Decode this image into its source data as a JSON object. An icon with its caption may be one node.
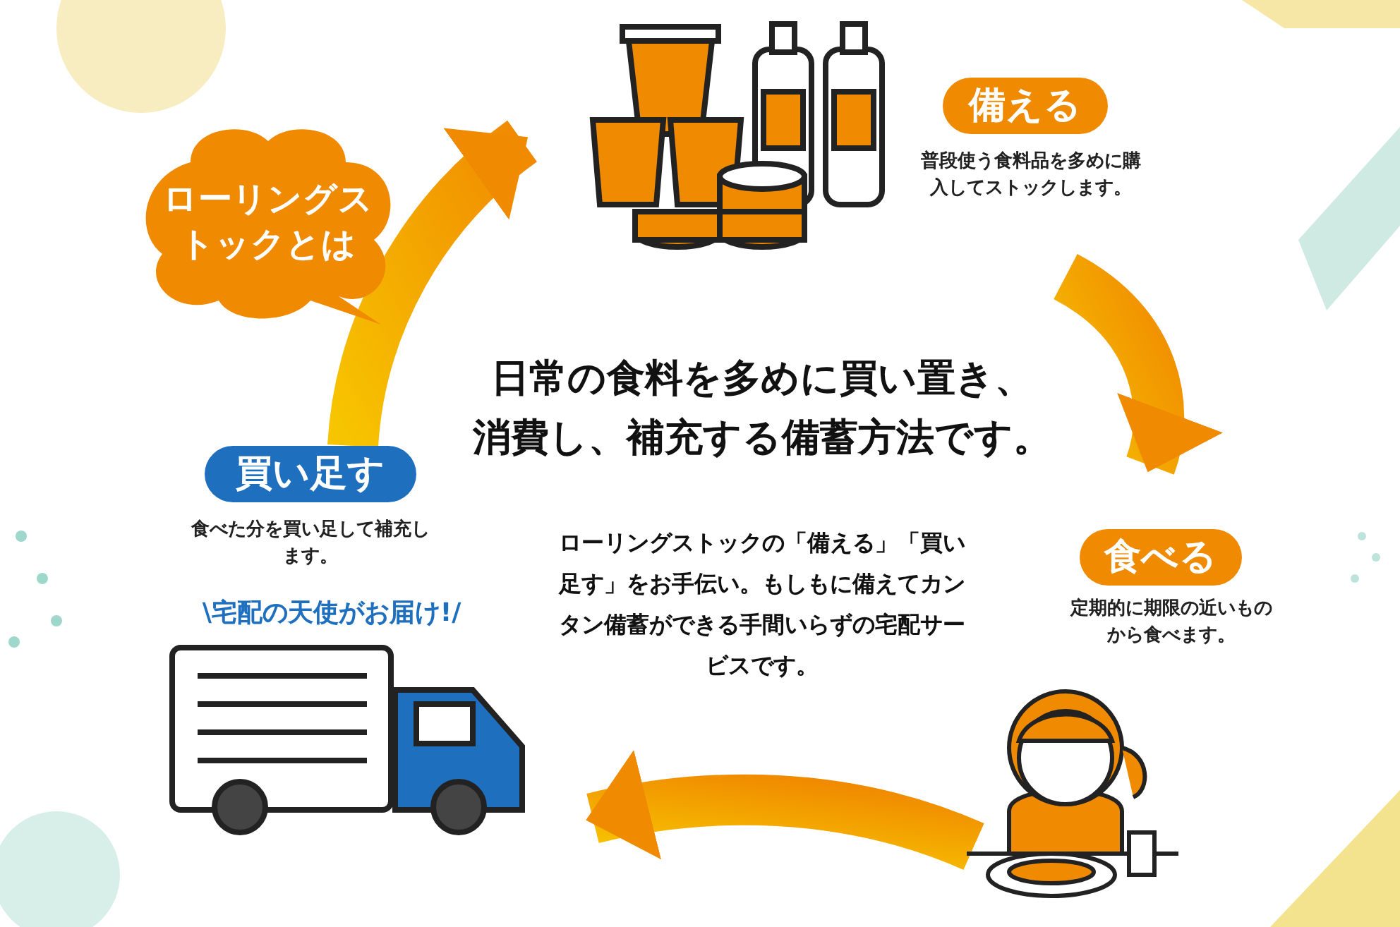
{
  "diagram": {
    "nodes": [
      {
        "text": [
          "ローリングストックとは"
        ]
      },
      {
        "text": [
          "備える",
          "普段使う食料品を多めに購入してストックします。"
        ]
      },
      {
        "text": [
          "食べる",
          "定期的に期限の近いものから食べます。"
        ]
      },
      {
        "text": [
          "買い足す",
          "食べた分を買い足して補充します。"
        ]
      }
    ],
    "edges": [
      {
        "from": 3,
        "to": 1,
        "arrow": "to"
      },
      {
        "from": 1,
        "to": 2,
        "arrow": "to"
      },
      {
        "from": 2,
        "to": 3,
        "arrow": "to"
      }
    ],
    "labels": [
      "日常の食料を多めに買い置き、消費し、補充する備蓄方法です。",
      "\\宅配の天使がお届け!/",
      "**ローリングストック**の「備える」「買い足す」をお手伝い。もしもに備えてカンタン備蓄ができる**手間いらずの宅配サービス**です。"
    ]
  }
}
